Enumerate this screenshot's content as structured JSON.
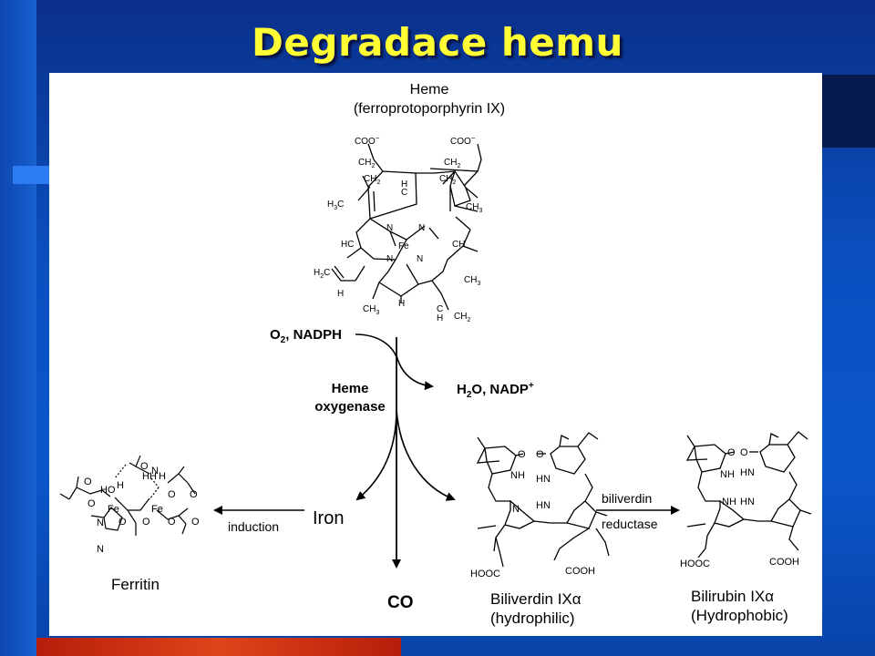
{
  "slide": {
    "title": "Degradace hemu",
    "colors": {
      "title": "#ffff33",
      "background": "#0a4fc0",
      "panel": "#ffffff",
      "accent_bar": "#d43a16"
    }
  },
  "diagram": {
    "heme_title": "Heme",
    "heme_subtitle": "(ferroprotoporphyrin IX)",
    "heme_atoms": {
      "coo_left": "COO",
      "coo_right": "COO",
      "ch2": "CH",
      "h3c": "H",
      "ch3": "CH",
      "c": "C",
      "n": "N",
      "fe": "Fe",
      "hc": "HC",
      "ch": "CH",
      "h": "H",
      "h2c": "H",
      "ch2_vinyl": "CH",
      "sub2": "2",
      "sub3": "3",
      "minus": "−"
    },
    "reagents_left": "O",
    "reagents_left_sub": "2",
    "reagents_left_rest": ", NADPH",
    "enzyme_line1": "Heme",
    "enzyme_line2": "oxygenase",
    "products_right": "H",
    "products_right_sub": "2",
    "products_right_rest": "O, NADP",
    "products_right_sup": "+",
    "iron_label": "Iron",
    "induction_label": "induction",
    "ferritin_label": "Ferritin",
    "co_label": "CO",
    "biliverdin_name": "Biliverdin IXα",
    "biliverdin_note": "(hydrophilic)",
    "reductase_line1": "biliverdin",
    "reductase_line2": "reductase",
    "bilirubin_name": "Bilirubin IXα",
    "bilirubin_note": "(Hydrophobic)",
    "bv_atoms": {
      "o": "O",
      "nh": "NH",
      "hn": "HN",
      "n": "N",
      "hooc": "HOOC",
      "cooh": "COOH"
    },
    "ferritin_atoms": {
      "o": "O",
      "h": "H",
      "n": "N",
      "fe": "Fe",
      "hh": "HH"
    }
  }
}
